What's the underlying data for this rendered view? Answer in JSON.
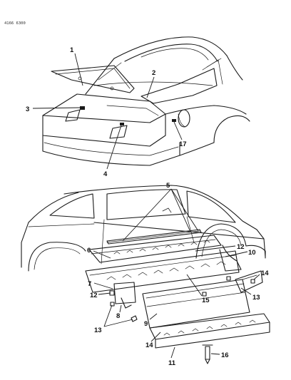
{
  "diagram": {
    "reference_code": "4166 6300",
    "callouts": [
      {
        "id": "c1",
        "text": "1"
      },
      {
        "id": "c2",
        "text": "2"
      },
      {
        "id": "c3",
        "text": "3"
      },
      {
        "id": "c4",
        "text": "4"
      },
      {
        "id": "c17",
        "text": "17"
      },
      {
        "id": "c5",
        "text": "5"
      },
      {
        "id": "c6",
        "text": "6"
      },
      {
        "id": "c12a",
        "text": "12"
      },
      {
        "id": "c10",
        "text": "10"
      },
      {
        "id": "c7",
        "text": "7"
      },
      {
        "id": "c14a",
        "text": "14"
      },
      {
        "id": "c12b",
        "text": "12"
      },
      {
        "id": "c8",
        "text": "8"
      },
      {
        "id": "c13a",
        "text": "13"
      },
      {
        "id": "c15",
        "text": "15"
      },
      {
        "id": "c13b",
        "text": "13"
      },
      {
        "id": "c9",
        "text": "9"
      },
      {
        "id": "c14b",
        "text": "14"
      },
      {
        "id": "c16",
        "text": "16"
      },
      {
        "id": "c11",
        "text": "11"
      }
    ]
  }
}
